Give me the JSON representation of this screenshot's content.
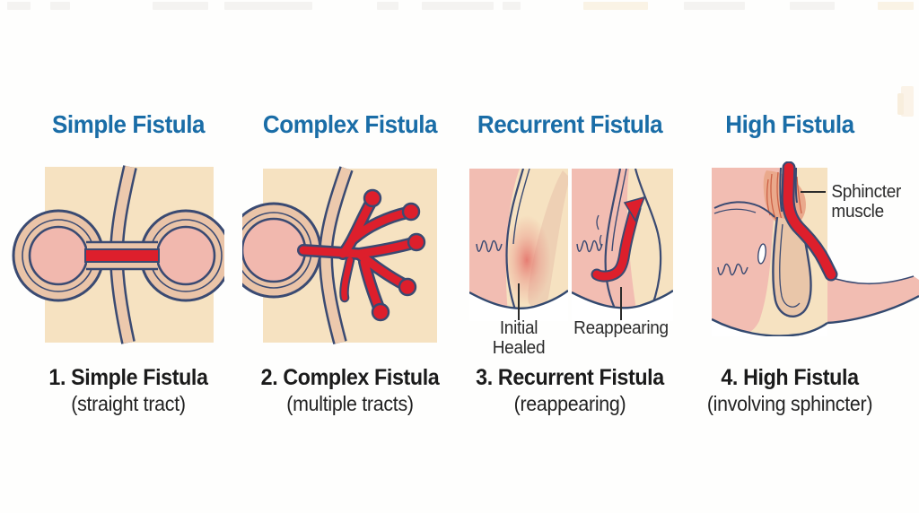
{
  "colors": {
    "header_blue": "#1a6da7",
    "caption_dark": "#1b1b1b",
    "label_dark": "#2b2b2b",
    "panel_beige": "#f6e2c1",
    "skin_pink": "#f2bdb2",
    "ring_tan": "#eac4a8",
    "inner_pink": "#f1b8ae",
    "tract_red": "#dd1f2c",
    "outline_navy": "#3a4a72"
  },
  "columns": [
    {
      "header": "Simple Fistula",
      "caption_title": "1. Simple Fistula",
      "caption_subtitle": "(straight tract)"
    },
    {
      "header": "Complex Fistula",
      "caption_title": "2. Complex Fistula",
      "caption_subtitle": "(multiple tracts)"
    },
    {
      "header": "Recurrent Fistula",
      "caption_title": "3. Recurrent Fistula",
      "caption_subtitle": "(reappearing)"
    },
    {
      "header": "High Fistula",
      "caption_title": "4. High Fistula",
      "caption_subtitle": "(involving sphincter)"
    }
  ],
  "annotations": {
    "initial_line1": "Initial",
    "initial_line2": "Healed",
    "reappearing": "Reappearing",
    "sphincter_line1": "Sphincter",
    "sphincter_line2": "muscle"
  }
}
